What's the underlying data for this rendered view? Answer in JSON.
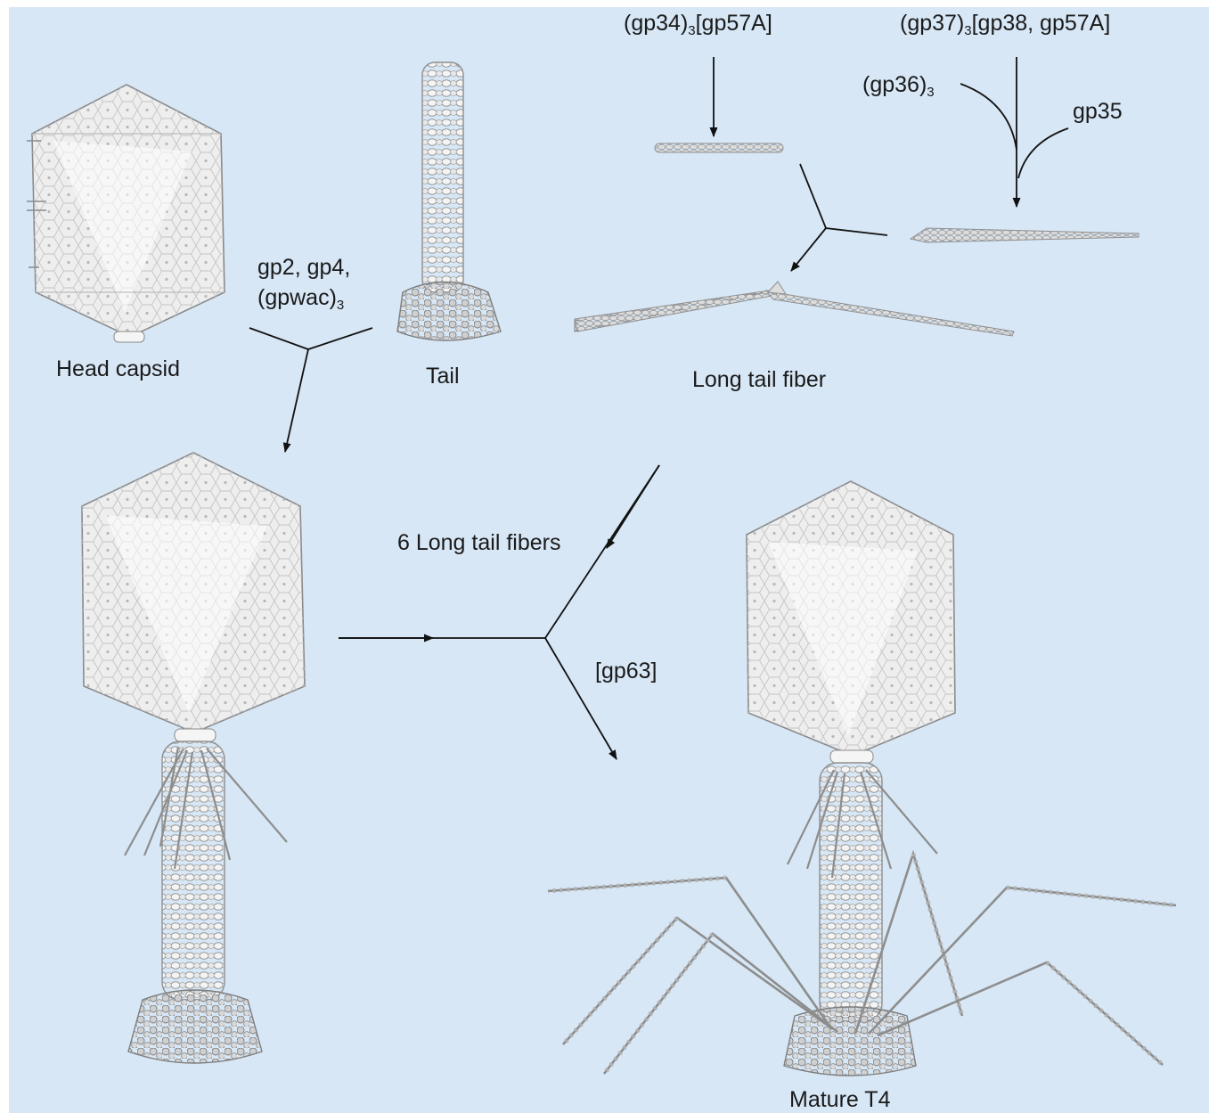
{
  "labels": {
    "gp34_a": "(gp34)",
    "gp34_sub": "3",
    "gp34_b": "[gp57A]",
    "gp37_a": "(gp37)",
    "gp37_sub": "3",
    "gp37_b": "[gp38, gp57A]",
    "gp36_a": "(gp36)",
    "gp36_sub": "3",
    "gp35": "gp35",
    "gp2_line1": "gp2, gp4,",
    "gp2_line2a": "(gpwac)",
    "gp2_sub": "3",
    "head_capsid": "Head capsid",
    "tail": "Tail",
    "long_tail_fiber": "Long tail fiber",
    "six_fibers": "6 Long tail fibers",
    "gp63": "[gp63]",
    "mature_t4": "Mature T4"
  },
  "colors": {
    "background": "#d7e7f6",
    "capsid_fill": "#eeeeee",
    "structure_stroke": "#8a8a8a",
    "arrow": "#111111"
  }
}
